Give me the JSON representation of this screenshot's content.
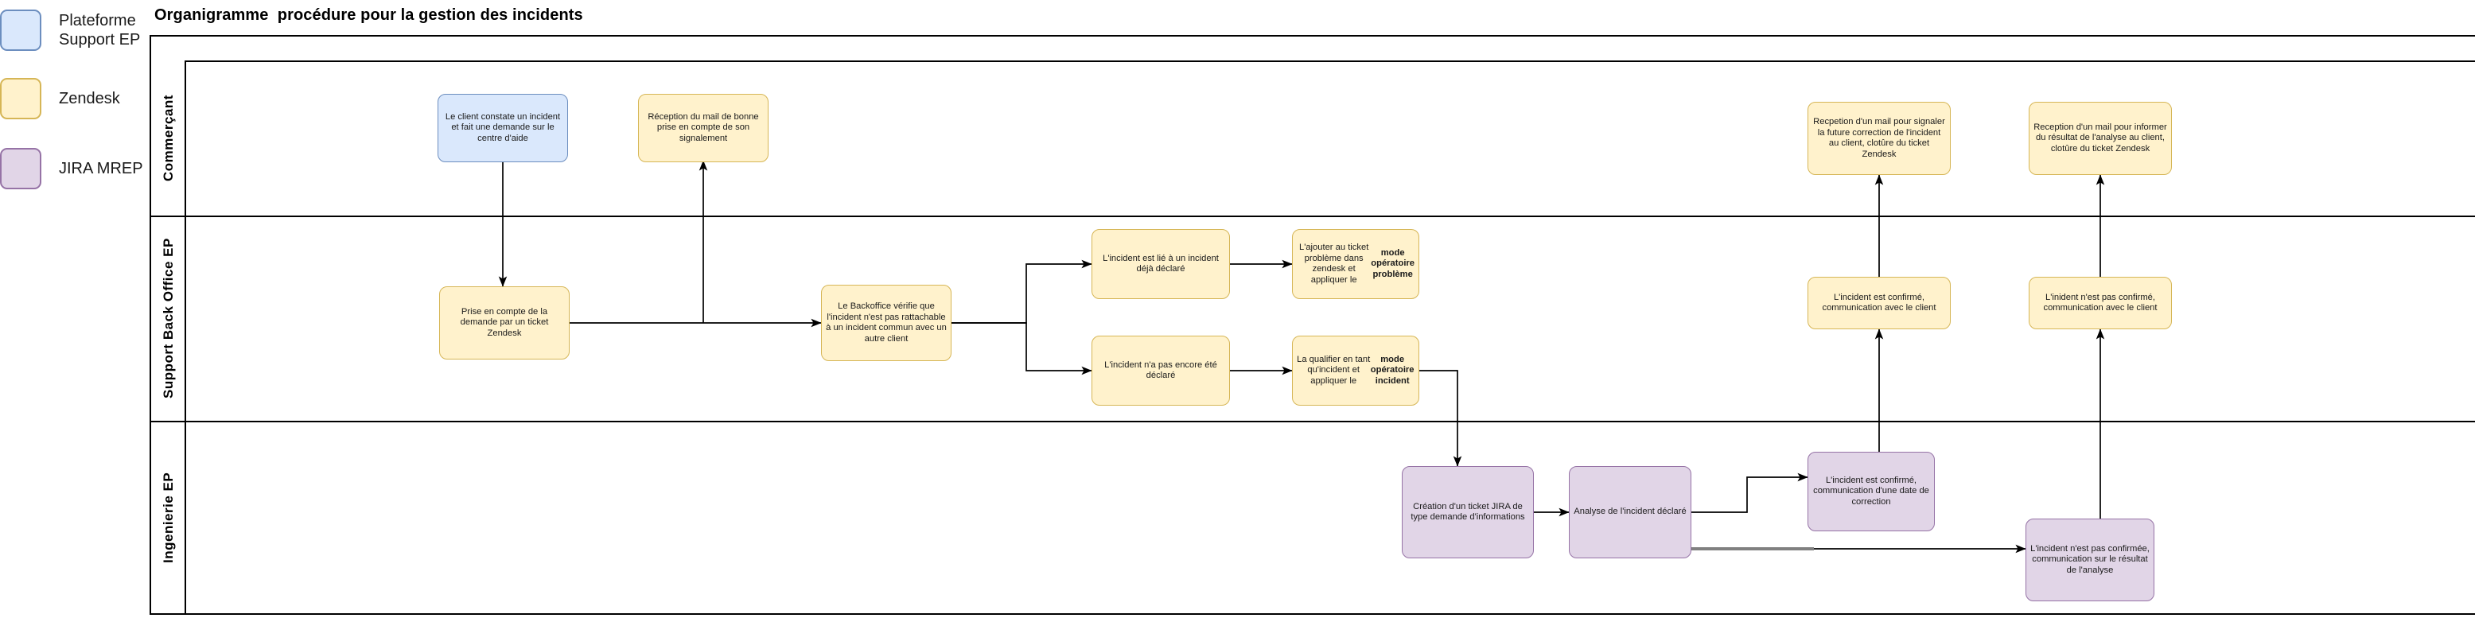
{
  "title": "Organigramme  procédure pour la gestion des incidents",
  "legend": {
    "items": [
      {
        "label": "Plateforme\nSupport EP",
        "color": "#dae8fc",
        "border": "#6c8ebf",
        "swatch_name": "legend-swatch-blue"
      },
      {
        "label": "Zendesk",
        "color": "#fff2cc",
        "border": "#d6b656",
        "swatch_name": "legend-swatch-yellow"
      },
      {
        "label": "JIRA MREP",
        "color": "#e1d5e7",
        "border": "#9673a6",
        "swatch_name": "legend-swatch-purple"
      }
    ]
  },
  "lanes": [
    {
      "id": "commercant",
      "label": "Commerçant"
    },
    {
      "id": "support-back-office-ep",
      "label": "Support Back Office EP"
    },
    {
      "id": "ingenierie-ep",
      "label": "Ingenierie EP"
    }
  ],
  "nodes": [
    {
      "id": "client-constate",
      "lane": "commercant",
      "type": "blue",
      "text": "Le client constate un incident et fait une demande sur le centre d'aide"
    },
    {
      "id": "reception-mail-bonne",
      "lane": "commercant",
      "type": "yellow",
      "text": "Réception du mail de bonne prise en compte de son signalement"
    },
    {
      "id": "recepetion-future",
      "lane": "commercant",
      "type": "yellow",
      "text": "Recpetion d'un mail pour signaler la future correction de l'incident au client, clotûre du ticket Zendesk"
    },
    {
      "id": "reception-resultat",
      "lane": "commercant",
      "type": "yellow",
      "text": "Reception d'un mail pour informer du résultat de l'analyse au client, clotûre du ticket Zendesk"
    },
    {
      "id": "prise-en-compte",
      "lane": "support-back-office-ep",
      "type": "yellow",
      "text": "Prise en compte de la demande par un ticket Zendesk"
    },
    {
      "id": "backoffice-verifie",
      "lane": "support-back-office-ep",
      "type": "yellow",
      "text": "Le Backoffice vérifie que l'incident n'est pas rattachable à un incident commun avec un autre client"
    },
    {
      "id": "incident-lie",
      "lane": "support-back-office-ep",
      "type": "yellow",
      "text": "L'incident est lié à un incident déjà déclaré"
    },
    {
      "id": "ajouter-ticket",
      "lane": "support-back-office-ep",
      "type": "yellow",
      "text": "L'ajouter au ticket problème dans zendesk et appliquer le ",
      "bold": "mode opératoire problème"
    },
    {
      "id": "pas-encore-declare",
      "lane": "support-back-office-ep",
      "type": "yellow",
      "text": "L'incident n'a pas encore été déclaré"
    },
    {
      "id": "qualifier-incident",
      "lane": "support-back-office-ep",
      "type": "yellow",
      "text": "La qualifier en tant qu'incident et appliquer le ",
      "bold": "mode opératoire incident"
    },
    {
      "id": "confirme-comm",
      "lane": "support-back-office-ep",
      "type": "yellow",
      "text": "L'incident est confirmé, communication avec le client"
    },
    {
      "id": "non-confirme-comm",
      "lane": "support-back-office-ep",
      "type": "yellow",
      "text": "L'inident n'est pas confirmé, communication avec le client"
    },
    {
      "id": "creation-jira",
      "lane": "ingenierie-ep",
      "type": "purple",
      "text": "Création d'un ticket JIRA de type demande d'informations"
    },
    {
      "id": "analyse-incident",
      "lane": "ingenierie-ep",
      "type": "purple",
      "text": "Analyse de l'incident déclaré"
    },
    {
      "id": "confirme-date",
      "lane": "ingenierie-ep",
      "type": "purple",
      "text": "L'incident est confirmé, communication d'une date de correction"
    },
    {
      "id": "non-confirme-analyse",
      "lane": "ingenierie-ep",
      "type": "purple",
      "text": "L'incident n'est pas confirmée, communication sur le résultat de l'analyse"
    }
  ]
}
